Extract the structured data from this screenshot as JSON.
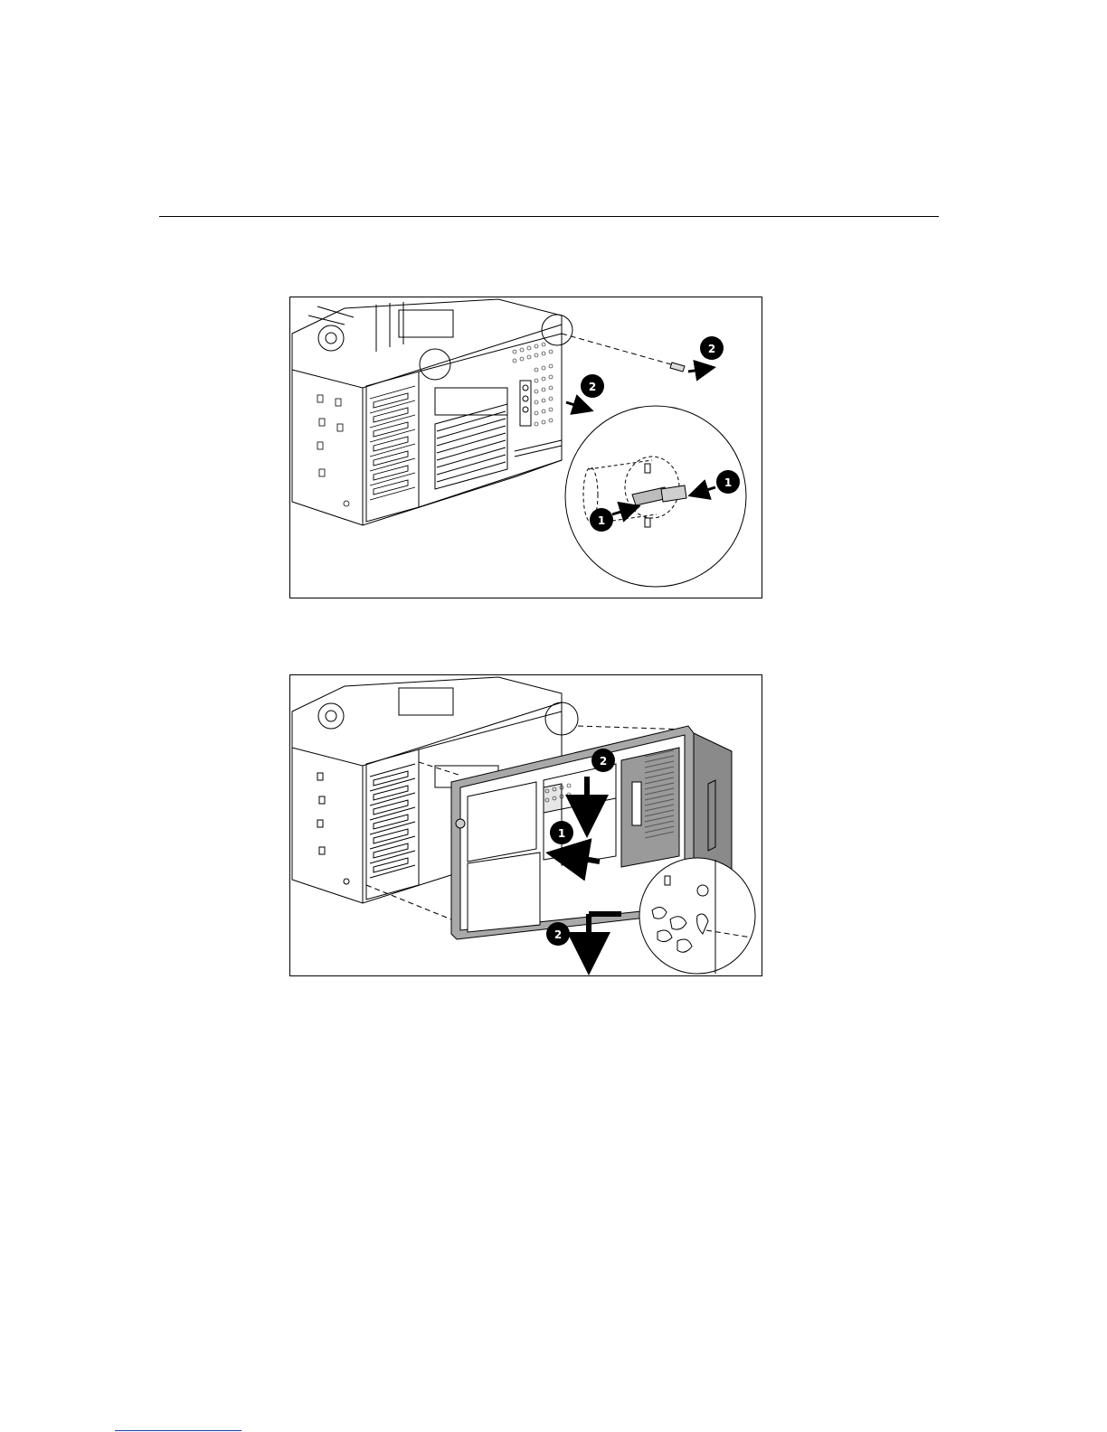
{
  "page": {
    "figures": [
      {
        "name": "remove-bezel-screw-figure",
        "callouts": [
          "1",
          "1",
          "2",
          "2"
        ],
        "icons": [
          "server-chassis-drawing",
          "thumbscrew-icon",
          "detail-magnifier-circle",
          "arrow-icon"
        ]
      },
      {
        "name": "remove-front-bezel-figure",
        "callouts": [
          "1",
          "2",
          "2"
        ],
        "icons": [
          "server-chassis-drawing",
          "front-bezel-drawing",
          "detail-magnifier-circle",
          "arrow-icon"
        ]
      }
    ]
  },
  "colors": {
    "line": "#000000",
    "bezel_gray": "#a9a9a9",
    "bezel_dark": "#8a8a8a",
    "link_underline": "#1a3fae"
  }
}
